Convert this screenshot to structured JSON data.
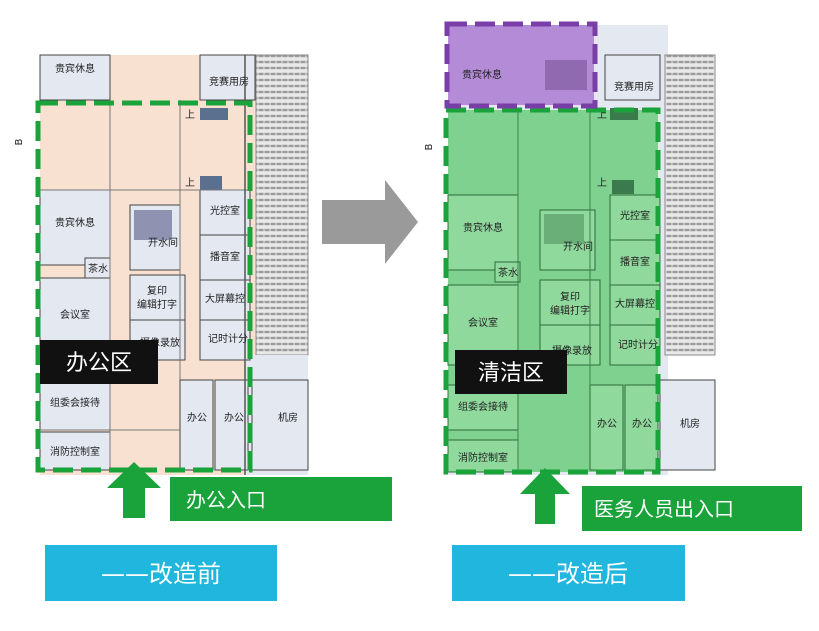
{
  "left_plan": {
    "zone_label": "办公区",
    "rooms": {
      "vip_top": "贵宾休息",
      "competition": "竞赛用房",
      "up1": "上",
      "up2": "上",
      "vip": "贵宾休息",
      "tea": "茶水",
      "water": "开水间",
      "light": "光控室",
      "broadcast": "播音室",
      "meeting": "会议室",
      "copy1": "复印",
      "copy2": "编辑打字",
      "screen": "大屏幕控",
      "record": "摄像录放",
      "timer": "记时计分",
      "committee": "组委会接待",
      "office1": "办公",
      "office2": "办公",
      "machine": "机房",
      "fire": "消防控制室",
      "edge": "B"
    },
    "entrance_label": "办公入口",
    "caption": "——改造前"
  },
  "right_plan": {
    "zone_label": "清洁区",
    "rooms": {
      "vip_top": "贵宾休息",
      "competition": "竞赛用房",
      "up1": "上",
      "up2": "上",
      "vip": "贵宾休息",
      "tea": "茶水",
      "water": "开水间",
      "light": "光控室",
      "broadcast": "播音室",
      "meeting": "会议室",
      "copy1": "复印",
      "copy2": "编辑打字",
      "screen": "大屏幕控",
      "record": "摄像录放",
      "timer": "记时计分",
      "committee": "组委会接待",
      "office1": "办公",
      "office2": "办公",
      "machine": "机房",
      "fire": "消防控制室",
      "edge": "B"
    },
    "entrance_label": "医务人员出入口",
    "caption": "——改造后"
  },
  "colors": {
    "green_border": "#1aa33a",
    "green_fill": "#7fd18f",
    "purple_border": "#7a3ea8",
    "purple_fill": "#b48bd6",
    "office_tint": "#f9e1d2",
    "room_blue": "#e3e8f1",
    "caption_bg": "#20b6de",
    "arrow_gray": "#9a9a9a",
    "label_black": "#111111"
  }
}
